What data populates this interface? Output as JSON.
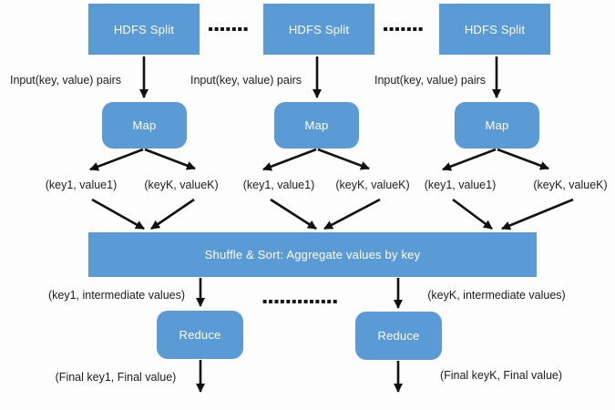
{
  "colors": {
    "node_fill": "#5b9bd5",
    "node_text": "#fefefe",
    "label_text": "#1c1c1c",
    "arrow": "#111111",
    "background": "#fdfdfd"
  },
  "nodes": {
    "hdfs_splits": [
      {
        "label": "HDFS Split"
      },
      {
        "label": "HDFS Split"
      },
      {
        "label": "HDFS Split"
      }
    ],
    "maps": [
      {
        "label": "Map"
      },
      {
        "label": "Map"
      },
      {
        "label": "Map"
      }
    ],
    "shuffle": {
      "label": "Shuffle & Sort: Aggregate values by key"
    },
    "reduces": [
      {
        "label": "Reduce"
      },
      {
        "label": "Reduce"
      }
    ]
  },
  "labels": {
    "input_pairs": [
      "Input(key, value) pairs",
      "Input(key, value) pairs",
      "Input(key, value) pairs"
    ],
    "map_outputs": [
      "(key1, value1)",
      "(keyK, valueK)",
      "(key1, value1)",
      "(keyK, valueK)",
      "(key1, value1)",
      "(keyK, valueK)"
    ],
    "intermediate": [
      "(key1, intermediate values)",
      "(keyK, intermediate values)"
    ],
    "final": [
      "(Final key1, Final value)",
      "(Final keyK, Final value)"
    ]
  },
  "separators": {
    "top": [
      "▪▪▪▪▪▪▪",
      "▪▪▪▪▪▪▪"
    ],
    "middle": "▪▪▪▪▪▪▪▪▪▪▪▪▪"
  }
}
